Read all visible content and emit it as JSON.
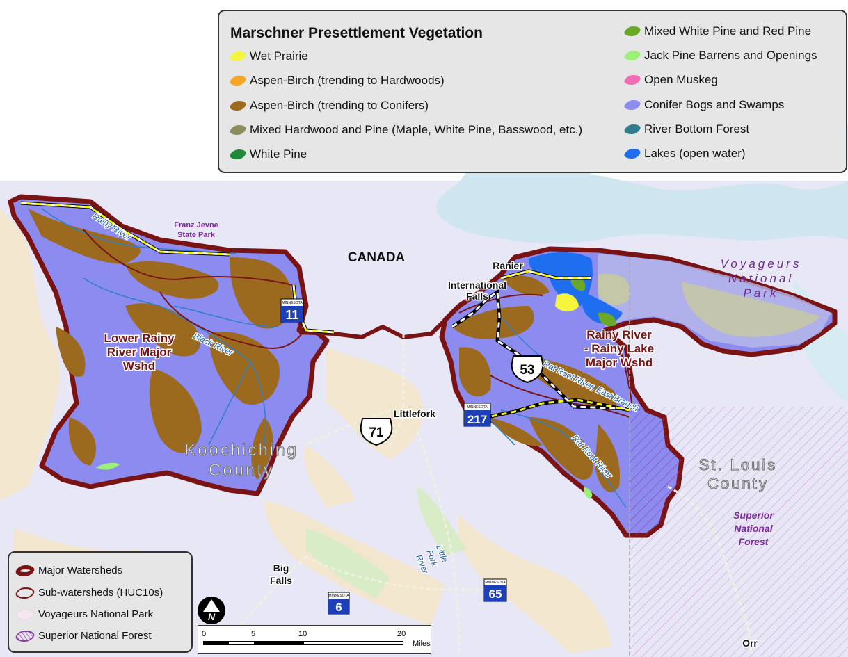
{
  "legend": {
    "title": "Marschner Presettlement Vegetation",
    "items": [
      {
        "label": "Wet Prairie",
        "color": "#f5f53d"
      },
      {
        "label": "Aspen-Birch (trending to Hardwoods)",
        "color": "#f5a623"
      },
      {
        "label": "Aspen-Birch (trending to Conifers)",
        "color": "#9c6a1e"
      },
      {
        "label": "Mixed Hardwood and Pine (Maple, White Pine, Basswood, etc.)",
        "color": "#8c8c5c"
      },
      {
        "label": "White Pine",
        "color": "#1f8a3c"
      },
      {
        "label": "Mixed White Pine and Red Pine",
        "color": "#6aa82a"
      },
      {
        "label": "Jack Pine Barrens and Openings",
        "color": "#9cf07a"
      },
      {
        "label": "Open Muskeg",
        "color": "#f06eb4"
      },
      {
        "label": "Conifer Bogs and Swamps",
        "color": "#8c8cf0"
      },
      {
        "label": "River Bottom Forest",
        "color": "#2e7d8c"
      },
      {
        "label": "Lakes (open water)",
        "color": "#1f6ef0"
      }
    ]
  },
  "boundary_legend": {
    "items": [
      {
        "label": "Major Watersheds"
      },
      {
        "label": "Sub-watersheds (HUC10s)"
      },
      {
        "label": "Voyageurs National Park"
      },
      {
        "label": "Superior National Forest"
      }
    ]
  },
  "places": {
    "canada": "CANADA",
    "franz_jevne_1": "Franz Jevne",
    "franz_jevne_2": "State Park",
    "ranier": "Ranier",
    "intl_falls_1": "International",
    "intl_falls_2": "Falls",
    "voyageurs_1": "Voyageurs",
    "voyageurs_2": "National",
    "voyageurs_3": "Park",
    "lower_rainy_1": "Lower Rainy",
    "lower_rainy_2": "River Major",
    "lower_rainy_3": "Wshd",
    "rainy_lake_1": "Rainy River",
    "rainy_lake_2": "- Rainy Lake",
    "rainy_lake_3": "Major Wshd",
    "koochiching_1": "Koochiching",
    "koochiching_2": "County",
    "st_louis_1": "St. Louis",
    "st_louis_2": "County",
    "superior_1": "Superior",
    "superior_2": "National",
    "superior_3": "Forest",
    "littlefork": "Littlefork",
    "big_falls_1": "Big",
    "big_falls_2": "Falls",
    "orr": "Orr"
  },
  "rivers": {
    "rainy": "Rainy River",
    "black": "Black River",
    "rat_root_east": "Rat Root River, East Branch",
    "rat_root": "Rat Root River",
    "little_fork_1": "Little",
    "little_fork_2": "Fork",
    "little_fork_3": "River"
  },
  "highways": {
    "mn_label": "MINNESOTA",
    "hwy11": "11",
    "hwy53": "53",
    "hwy71": "71",
    "hwy217": "217",
    "hwy6": "6",
    "hwy65": "65"
  },
  "scale": {
    "ticks": [
      "0",
      "5",
      "10",
      "20"
    ],
    "unit": "Miles"
  },
  "north_arrow": "N"
}
